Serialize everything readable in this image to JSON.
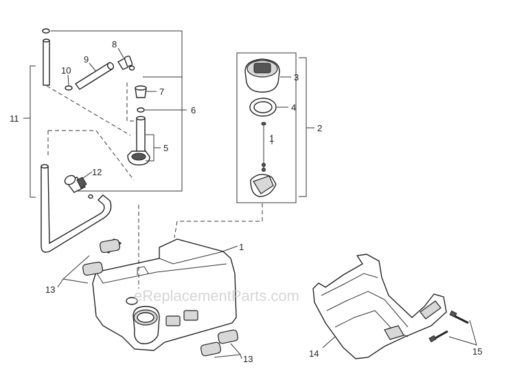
{
  "watermark": "eReplacementParts.com",
  "callouts": {
    "c1a": "1",
    "c1b": "1",
    "c2": "2",
    "c3": "3",
    "c4": "4",
    "c5": "5",
    "c6": "6",
    "c7": "7",
    "c8": "8",
    "c9": "9",
    "c10": "10",
    "c11": "11",
    "c12": "12",
    "c13a": "13",
    "c13b": "13",
    "c14": "14",
    "c15": "15"
  }
}
